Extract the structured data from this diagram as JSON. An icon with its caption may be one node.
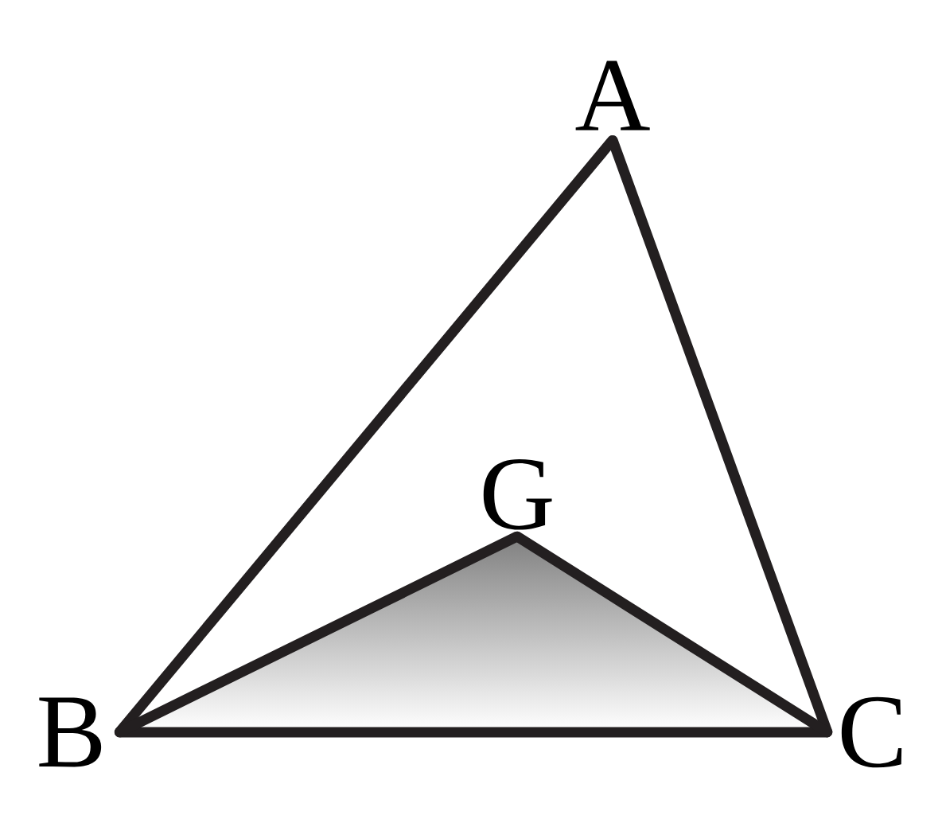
{
  "diagram": {
    "nodes": [
      {
        "text": [
          "A"
        ]
      },
      {
        "text": [
          "G"
        ]
      },
      {
        "text": [
          "B"
        ]
      },
      {
        "text": [
          "C"
        ]
      }
    ],
    "edges": [
      {
        "from": 0,
        "to": 2,
        "arrow": "none"
      },
      {
        "from": 0,
        "to": 3,
        "arrow": "none"
      },
      {
        "from": 2,
        "to": 3,
        "arrow": "none"
      },
      {
        "from": 1,
        "to": 2,
        "arrow": "none"
      },
      {
        "from": 1,
        "to": 3,
        "arrow": "none"
      }
    ]
  }
}
